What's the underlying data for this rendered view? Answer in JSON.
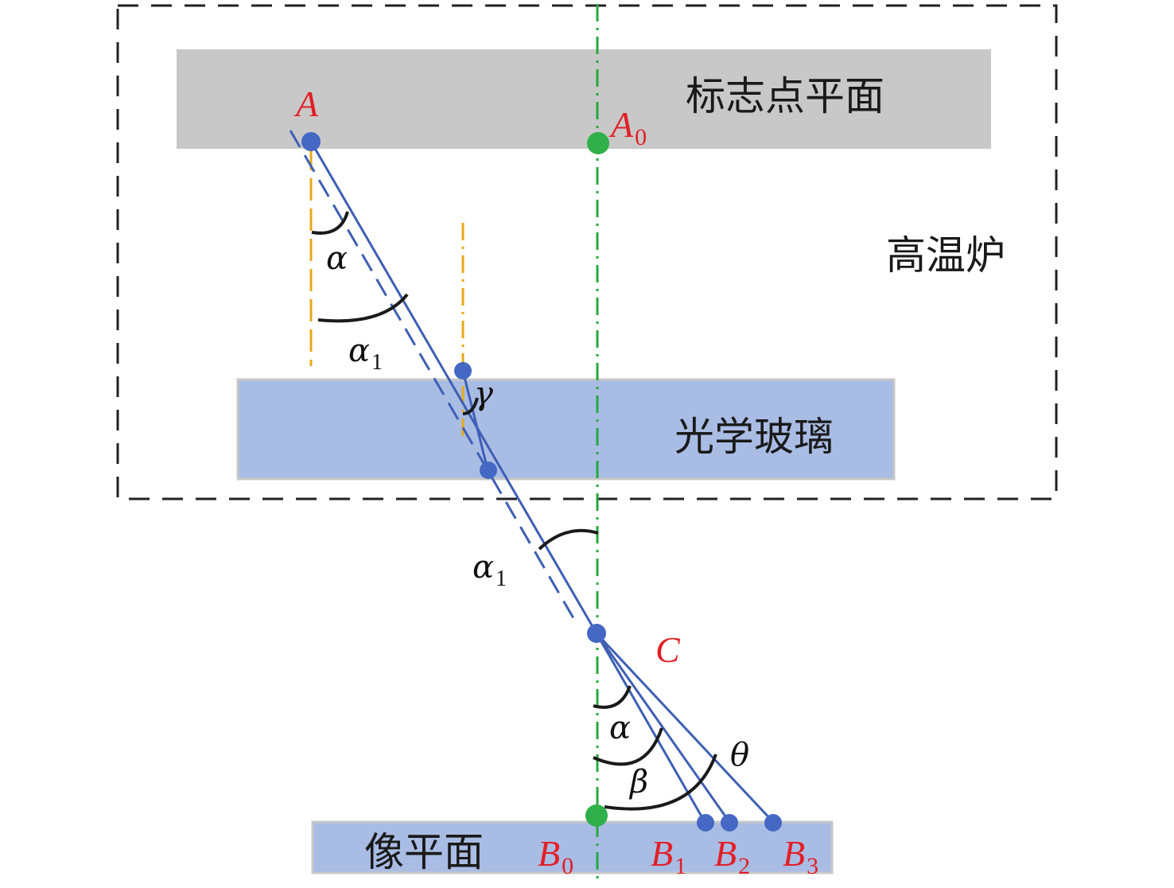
{
  "regions": {
    "marker_plane": "标志点平面",
    "furnace": "高温炉",
    "optical_glass": "光学玻璃",
    "image_plane": "像平面"
  },
  "points": {
    "A": {
      "base": "A",
      "sub": ""
    },
    "A0": {
      "base": "A",
      "sub": "0"
    },
    "C": {
      "base": "C",
      "sub": ""
    },
    "B0": {
      "base": "B",
      "sub": "0"
    },
    "B1": {
      "base": "B",
      "sub": "1"
    },
    "B2": {
      "base": "B",
      "sub": "2"
    },
    "B3": {
      "base": "B",
      "sub": "3"
    }
  },
  "angles": {
    "alpha_top": {
      "base": "α",
      "sub": ""
    },
    "alpha1_top": {
      "base": "α",
      "sub": "1"
    },
    "gamma": {
      "base": "γ",
      "sub": ""
    },
    "alpha1_mid": {
      "base": "α",
      "sub": "1"
    },
    "alpha_bottom": {
      "base": "α",
      "sub": ""
    },
    "beta": {
      "base": "β",
      "sub": ""
    },
    "theta": {
      "base": "θ",
      "sub": ""
    }
  },
  "colors": {
    "marker_plane_fill": "#c8c8c8",
    "glass_fill": "#a9bce4",
    "ray": "#3e5fb4",
    "point_blue": "#4468c4",
    "point_green": "#2fb04a",
    "axis_green": "#27a83e",
    "guide_orange": "#e6a817",
    "label_red": "#e21f26",
    "dashed_border": "#222222"
  }
}
